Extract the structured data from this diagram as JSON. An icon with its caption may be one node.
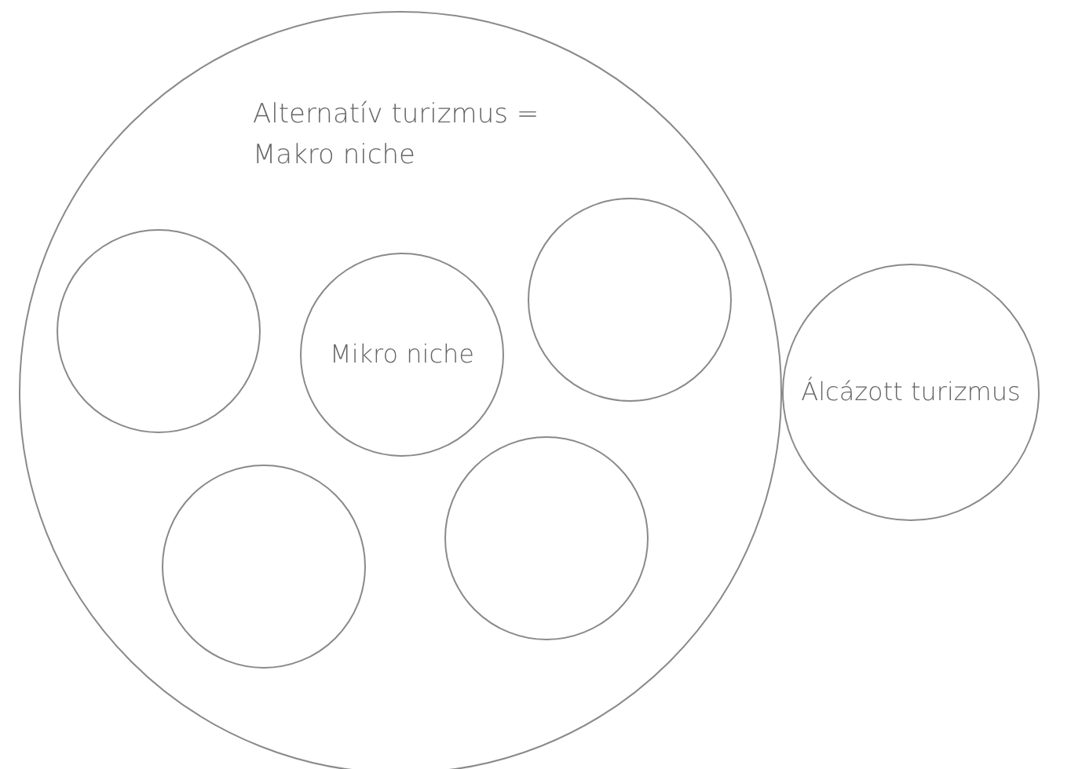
{
  "diagram": {
    "nodes": [
      {
        "text": [
          "Alternatív turizmus = Makro niche"
        ]
      },
      {
        "text": [],
        "shape": "circle",
        "in": 0
      },
      {
        "text": [
          "Mikro niche"
        ],
        "in": 0
      },
      {
        "text": [],
        "shape": "circle",
        "in": 0
      },
      {
        "text": [],
        "shape": "circle",
        "in": 0
      },
      {
        "text": [],
        "shape": "circle",
        "in": 0
      },
      {
        "text": [
          "Álcázott turizmus"
        ]
      }
    ]
  }
}
